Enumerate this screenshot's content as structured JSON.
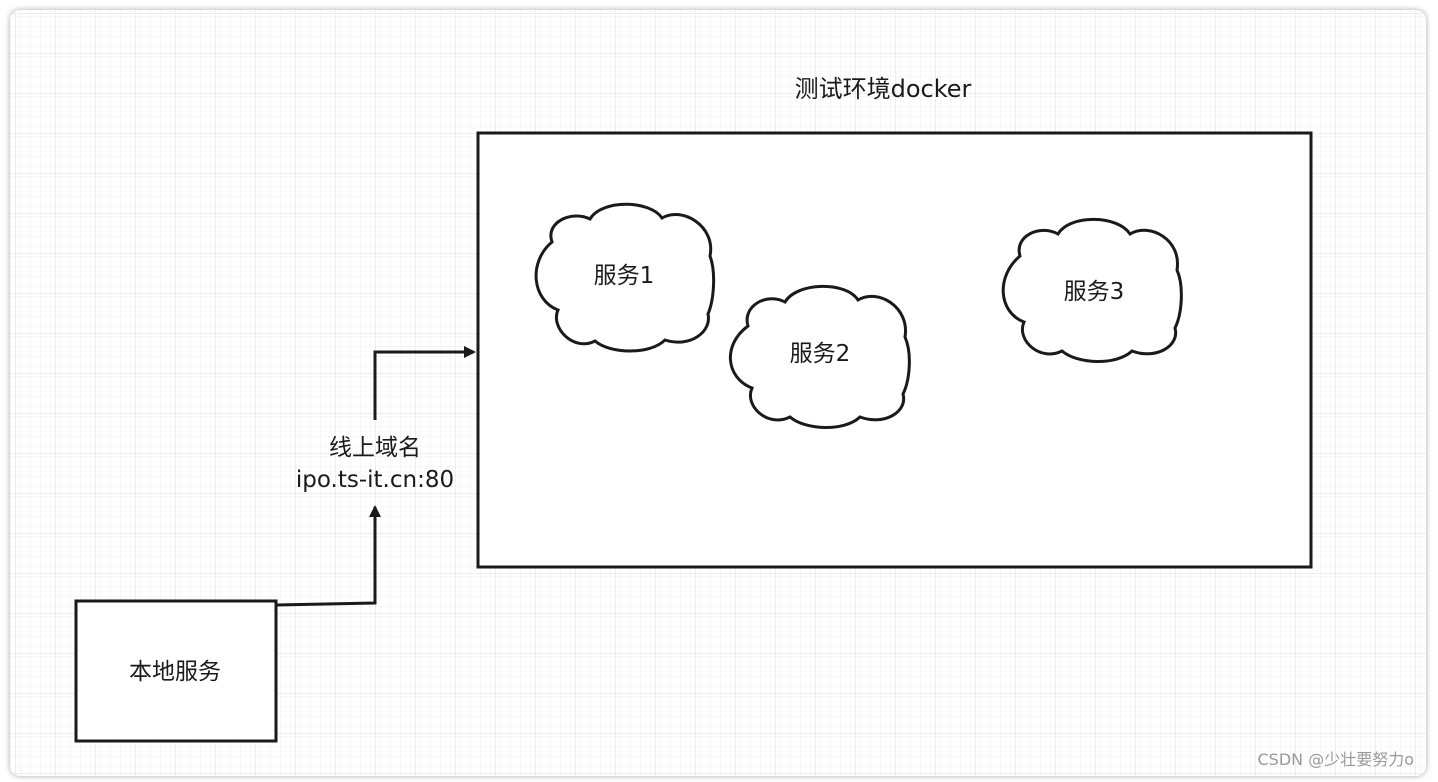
{
  "container": {
    "title": "测试环境docker"
  },
  "services": [
    {
      "label": "服务1"
    },
    {
      "label": "服务2"
    },
    {
      "label": "服务3"
    }
  ],
  "local_service": {
    "label": "本地服务"
  },
  "connection": {
    "line1": "线上域名",
    "line2": "ipo.ts-it.cn:80"
  },
  "watermark": "CSDN @少壮要努力o",
  "colors": {
    "stroke": "#1a1a1a",
    "grid": "#e3e3e3",
    "background": "#ffffff"
  }
}
